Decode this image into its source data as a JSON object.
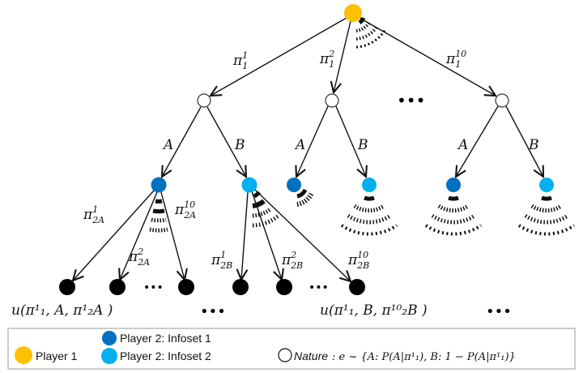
{
  "colors": {
    "player1": "#FFC000",
    "infoset1": "#0070C0",
    "infoset2": "#00B0F0",
    "nature": "#FFFFFF",
    "terminal": "#000000"
  },
  "labels": {
    "p1_1": {
      "base": "π",
      "sup": "1",
      "sub": "1"
    },
    "p1_2": {
      "base": "π",
      "sup": "2",
      "sub": "1"
    },
    "p1_10": {
      "base": "π",
      "sup": "10",
      "sub": "1"
    },
    "A": "A",
    "B": "B",
    "p2A_1": {
      "base": "π",
      "sup": "1",
      "sub": "2A"
    },
    "p2A_2": {
      "base": "π",
      "sup": "2",
      "sub": "2A"
    },
    "p2A_10": {
      "base": "π",
      "sup": "10",
      "sub": "2A"
    },
    "p2B_1": {
      "base": "π",
      "sup": "1",
      "sub": "2B"
    },
    "p2B_2": {
      "base": "π",
      "sup": "2",
      "sub": "2B"
    },
    "p2B_10": {
      "base": "π",
      "sup": "10",
      "sub": "2B"
    },
    "ellipsis": "•••",
    "utility_left": "u(π¹₁, A, π¹₂A )",
    "utility_right": "u(π¹₁, B, π¹⁰₂B )"
  },
  "legend": {
    "player1": "Player 1",
    "infoset1": "Player 2: Infoset 1",
    "infoset2": "Player 2: Infoset 2",
    "nature": "Nature",
    "nature_formula": ": e ~ {A: P(A|π¹₁), B: 1 − P(A|π¹₁)}"
  }
}
